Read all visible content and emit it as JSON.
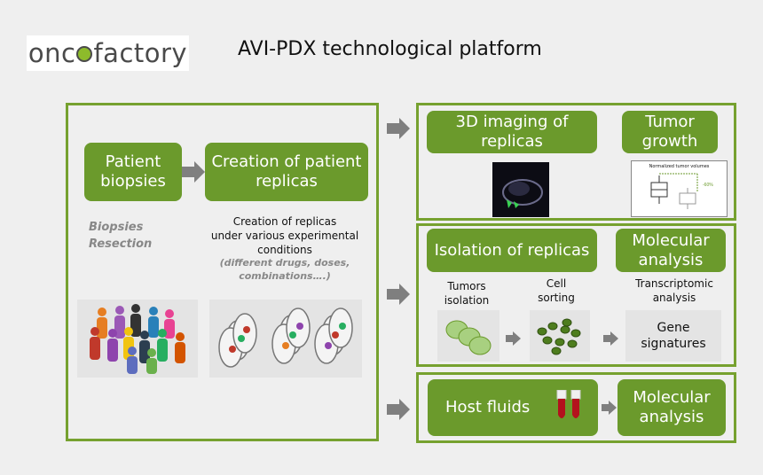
{
  "header": {
    "logo_text_left": "onc",
    "logo_text_right": "factory",
    "title": "AVI-PDX technological platform"
  },
  "left_panel": {
    "patient_biopsies_label": "Patient biopsies",
    "creation_label": "Creation of patient replicas",
    "biopsies_note_line1": "Biopsies",
    "biopsies_note_line2": "Resection",
    "creation_desc_line1": "Creation of replicas",
    "creation_desc_line2": "under various experimental",
    "creation_desc_line3": "conditions",
    "creation_detail_line1": "(different drugs, doses,",
    "creation_detail_line2": "combinations….)"
  },
  "imaging_panel": {
    "imaging_label": "3D imaging of replicas",
    "tumor_growth_label": "Tumor growth",
    "chart_title": "Normalized tumor volumes",
    "chart_annotation": "-60%"
  },
  "isolation_panel": {
    "isolation_label": "Isolation of replicas",
    "molecular_label": "Molecular analysis",
    "tumors_isolation_line1": "Tumors",
    "tumors_isolation_line2": "isolation",
    "cell_sorting_line1": "Cell",
    "cell_sorting_line2": "sorting",
    "transcriptomic_line1": "Transcriptomic",
    "transcriptomic_line2": "analysis",
    "gene_signatures_line1": "Gene",
    "gene_signatures_line2": "signatures"
  },
  "fluids_panel": {
    "host_fluids_label": "Host fluids",
    "molecular_label": "Molecular analysis"
  },
  "colors": {
    "green": "#6b9a2c",
    "panel_border": "#76a12f",
    "arrow": "#7f7f7f"
  }
}
